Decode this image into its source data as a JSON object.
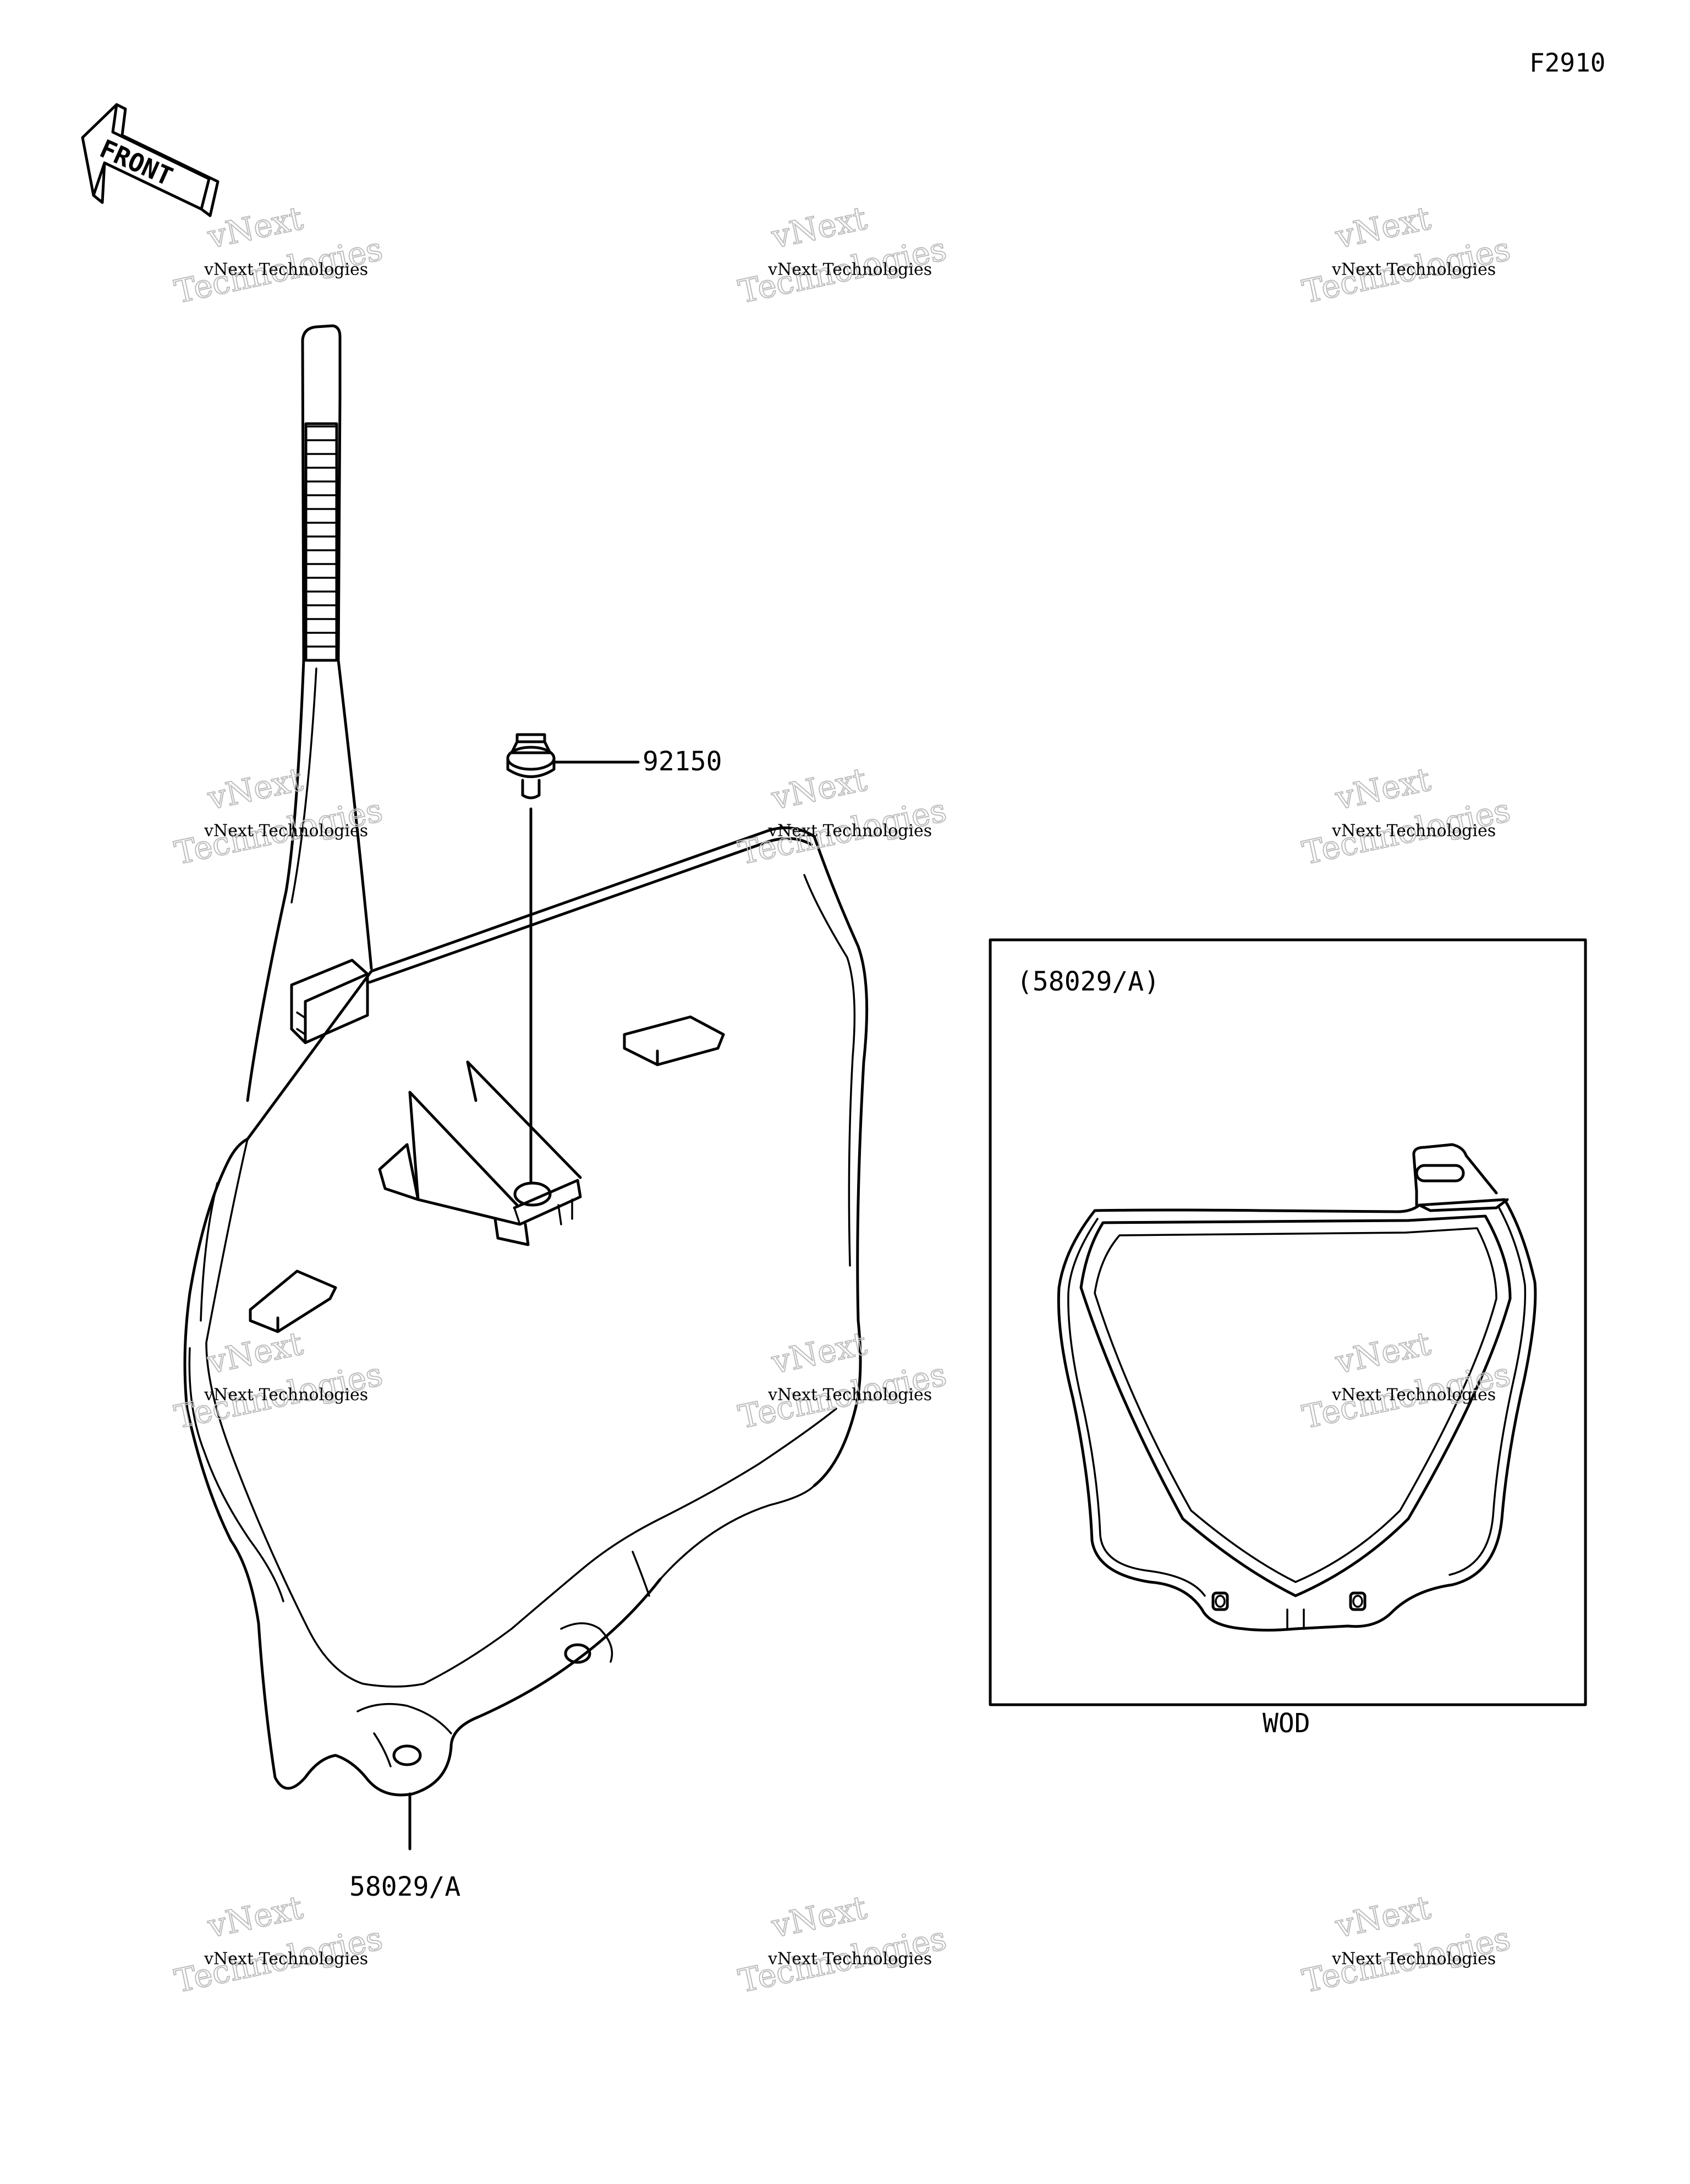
{
  "figure_code": "F2910",
  "front_label": "FRONT",
  "callouts": {
    "bolt": "92150",
    "plate": "58029/A"
  },
  "inset": {
    "title": "(58029/A)",
    "caption": "WOD"
  },
  "watermark": {
    "line_small": "vNext Technologies",
    "line_big_1": "vNext",
    "line_big_2": "Technologies"
  },
  "colors": {
    "ink": "#000000",
    "watermark": "#bdbdbd",
    "background": "#ffffff"
  }
}
